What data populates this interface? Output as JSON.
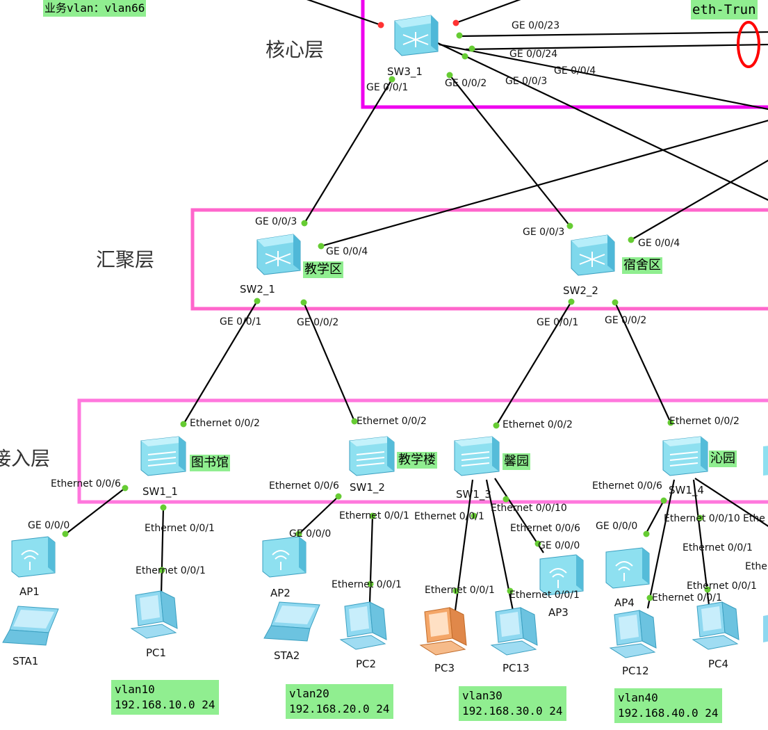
{
  "top": {
    "service_vlan": "业务vlan：vlan66",
    "eth_trunk": "eth-Trun"
  },
  "layers": {
    "core": "核心层",
    "aggregation": "汇聚层",
    "access": "接入层"
  },
  "devices": {
    "sw3_1": "SW3_1",
    "sw2_1": "SW2_1",
    "sw2_2": "SW2_2",
    "sw1_1": "SW1_1",
    "sw1_2": "SW1_2",
    "sw1_3": "SW1_3",
    "sw1_4": "SW1_4",
    "ap1": "AP1",
    "ap2": "AP2",
    "ap3": "AP3",
    "ap4": "AP4",
    "sta1": "STA1",
    "sta2": "STA2",
    "pc1": "PC1",
    "pc2": "PC2",
    "pc3": "PC3",
    "pc13": "PC13",
    "pc12": "PC12",
    "pc4": "PC4"
  },
  "area_tags": {
    "teaching_zone": "教学区",
    "dorm_zone": "宿舍区",
    "library": "图书馆",
    "teaching_building": "教学楼",
    "xinyuan": "馨园",
    "qinyuan": "沁园"
  },
  "ports": {
    "ge_0_0_23": "GE 0/0/23",
    "ge_0_0_24": "GE 0/0/24",
    "ge_0_0_4_core": "GE 0/0/4",
    "ge_0_0_1_core": "GE 0/0/1",
    "ge_0_0_2_core": "GE 0/0/2",
    "ge_0_0_3_core": "GE 0/0/3",
    "sw21_ge3": "GE 0/0/3",
    "sw21_ge4": "GE 0/0/4",
    "sw21_ge1": "GE 0/0/1",
    "sw21_ge2": "GE 0/0/2",
    "sw22_ge3": "GE 0/0/3",
    "sw22_ge4": "GE 0/0/4",
    "sw22_ge1": "GE 0/0/1",
    "sw22_ge2": "GE 0/0/2",
    "sw11_e2": "Ethernet 0/0/2",
    "sw11_e6": "Ethernet 0/0/6",
    "sw11_e1": "Ethernet 0/0/1",
    "ap1_ge0": "GE 0/0/0",
    "pc1_e1": "Ethernet 0/0/1",
    "sw12_e2": "Ethernet 0/0/2",
    "sw12_e6": "Ethernet 0/0/6",
    "sw12_e1": "Ethernet 0/0/1",
    "ap2_ge0": "GE 0/0/0",
    "pc2_e1": "Ethernet 0/0/1",
    "sw13_e2": "Ethernet 0/0/2",
    "sw13_e1": "Ethernet 0/0/1",
    "sw13_e10": "Ethernet 0/0/10",
    "ap3_e6": "Ethernet 0/0/6",
    "ap3_ge0": "GE 0/0/0",
    "pc3_e1": "Ethernet 0/0/1",
    "pc13_e1": "Ethernet 0/0/1",
    "sw14_e2": "Ethernet 0/0/2",
    "sw14_e6": "Ethernet 0/0/6",
    "sw14_e10": "Ethernet 0/0/10",
    "sw14_ethe": "Ethe",
    "ap4_ge0": "GE 0/0/0",
    "pc12_e1": "Ethernet 0/0/1",
    "pc4_e1a": "Ethernet 0/0/1",
    "pc4_e1b": "Ethernet 0/0/1",
    "ethe_right": "Ethe"
  },
  "vlans": [
    {
      "name": "vlan10",
      "subnet": "192.168.10.0 24"
    },
    {
      "name": "vlan20",
      "subnet": "192.168.20.0 24"
    },
    {
      "name": "vlan30",
      "subnet": "192.168.30.0 24"
    },
    {
      "name": "vlan40",
      "subnet": "192.168.40.0 24"
    }
  ],
  "colors": {
    "core_box": "#ee00ee",
    "layer_box": "#ff66cc",
    "access_box": "#ff77dd",
    "tag_bg": "#90ee90",
    "link": "#000000",
    "port_up": "#66cc33",
    "port_down": "#ff3333",
    "trunk_ring": "#ff0000"
  }
}
